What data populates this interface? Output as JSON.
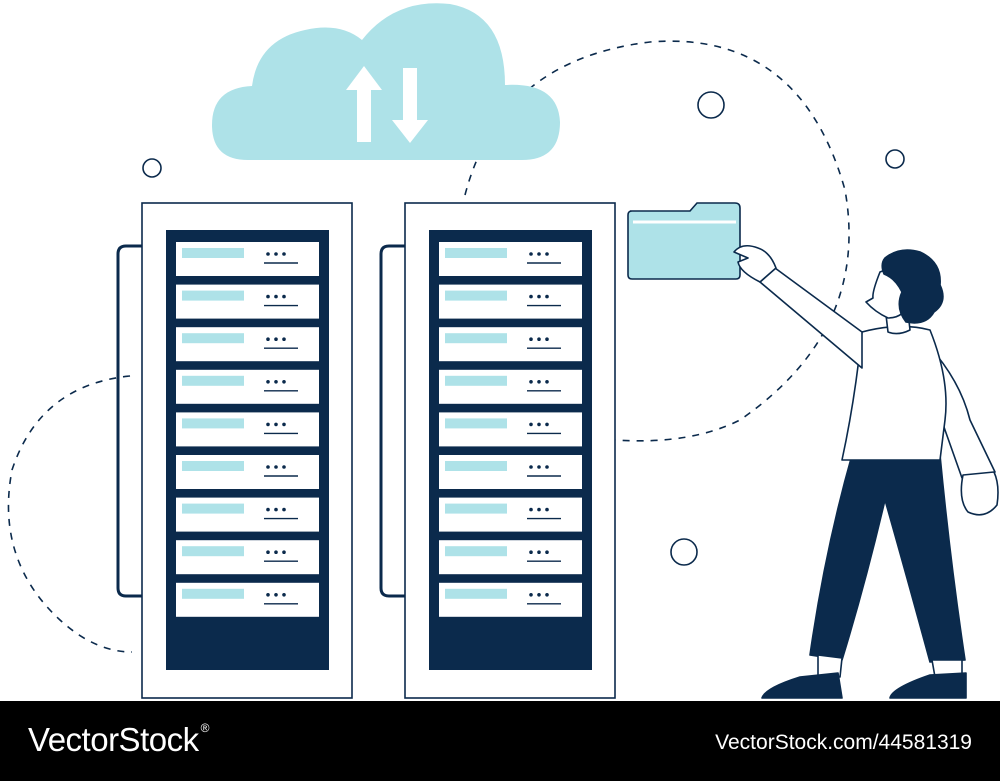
{
  "colors": {
    "navy": "#0b2a4c",
    "light_blue": "#aee2e8",
    "background": "#ffffff",
    "footer": "#000000",
    "footer_text": "#ffffff"
  },
  "illustration": {
    "cloud_icon": "cloud-sync-icon",
    "folder_icon": "folder-icon",
    "server_racks": 2,
    "units_per_rack": 9
  },
  "footer": {
    "brand": "VectorStock",
    "brand_mark": "®",
    "image_id": "VectorStock.com/44581319"
  }
}
